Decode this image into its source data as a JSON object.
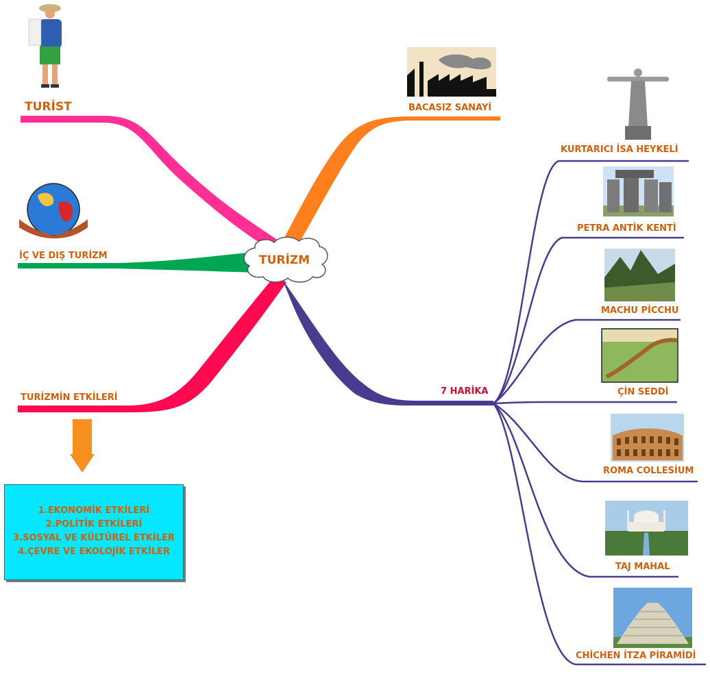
{
  "center": {
    "title": "TURİZM"
  },
  "branches": {
    "turist": "TURİST",
    "ic_dis": "İÇ VE DIŞ TURİZM",
    "etkiler": "TURİZMİN ETKİLERİ",
    "bacasiz": "BACASIZ SANAYİ",
    "harika": "7 HARİKA"
  },
  "effects": [
    "1.EKONOMİK ETKİLERİ",
    "2.POLİTİK ETKİLERİ",
    "3.SOSYAL VE KÜLTÜREL ETKİLER",
    "4.ÇEVRE VE EKOLOJİK ETKİLER"
  ],
  "wonders": [
    "KURTARICI İSA HEYKELİ",
    "PETRA ANTİK KENTİ",
    "MACHU PİCCHU",
    "ÇİN SEDDİ",
    "ROMA COLLESİUM",
    "TAJ MAHAL",
    "CHİCHEN İTZA PİRAMİDİ"
  ],
  "colors": {
    "turist_branch": "#ff2f96",
    "ic_dis_branch": "#00a651",
    "etkiler_branch": "#ff0a50",
    "bacasiz_branch": "#ff7f1f",
    "harika_branch": "#4b3b8f",
    "label_text": "#d0600a",
    "box_fill": "#05e6ff",
    "arrow": "#f5901e"
  }
}
